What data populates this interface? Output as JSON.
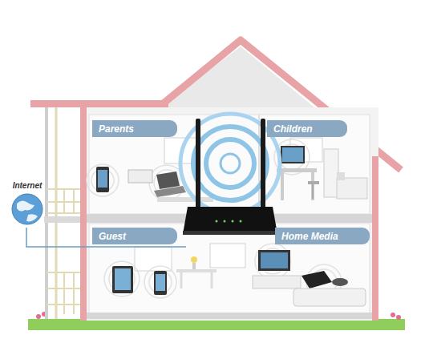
{
  "diagram": {
    "nodes": [
      {
        "text": [
          "Parents"
        ]
      },
      {
        "text": [
          "Children"
        ]
      },
      {
        "text": [
          "Internet"
        ]
      },
      {
        "text": [
          "Guest"
        ]
      },
      {
        "text": [
          "Home Media"
        ]
      }
    ]
  }
}
